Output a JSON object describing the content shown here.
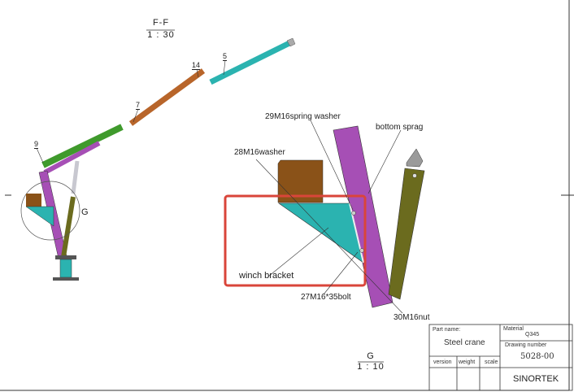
{
  "view_ff": {
    "name": "F-F",
    "scale": "1 : 30"
  },
  "view_g": {
    "name": "G",
    "scale": "1 : 10"
  },
  "detail_circle_label": "G",
  "part_numbers": [
    "9",
    "7",
    "14",
    "5"
  ],
  "callouts": {
    "spring_washer": "29M16spring washer",
    "bottom_sprag": "bottom sprag",
    "washer": "28M16washer",
    "winch_bracket": "winch bracket",
    "bolt": "27M16*35bolt",
    "nut": "30M16nut"
  },
  "title_block": {
    "part_name_label": "Part name:",
    "part_name": "Steel crane",
    "material_label": "Material",
    "material": "Q345",
    "drawing_number_label": "Drawing number",
    "drawing_number": "5028-00",
    "version_label": "version",
    "weight_label": "weight",
    "scale_label": "scale",
    "company": "SINORTEK"
  },
  "colors": {
    "cyan": "#2bb3b0",
    "orange": "#b8652a",
    "green": "#3f9a2c",
    "purple": "#a64fb5",
    "olive": "#6b6b1e",
    "brown": "#8a5218",
    "highlight": "#d9453a"
  }
}
